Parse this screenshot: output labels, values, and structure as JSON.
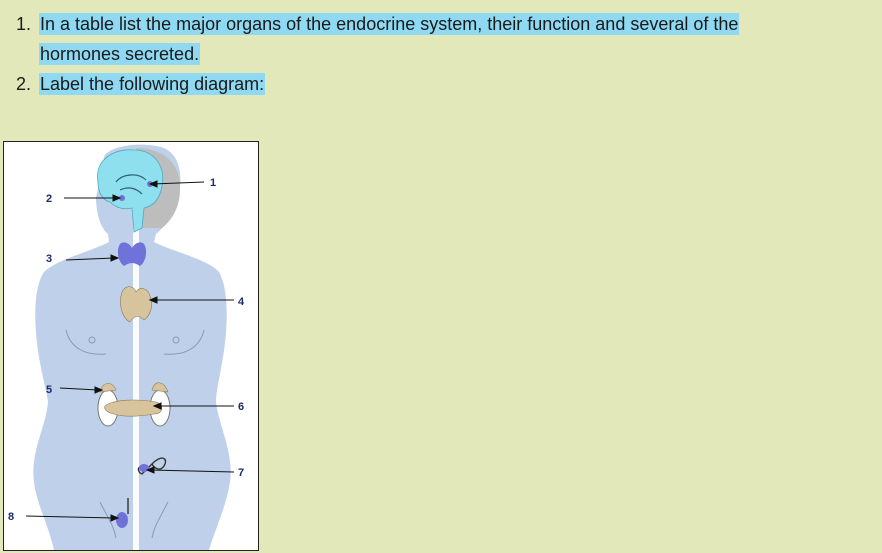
{
  "questions": [
    {
      "number": "1.",
      "text_line1": "In a table list the major organs of the endocrine system, their function and several of the",
      "text_line2": "hormones secreted."
    },
    {
      "number": "2.",
      "text_line1": "Label the following diagram:"
    }
  ],
  "diagram": {
    "labels": [
      "1",
      "2",
      "3",
      "4",
      "5",
      "6",
      "7",
      "8"
    ],
    "colors": {
      "body": "#b4c9e6",
      "brain": "#8fe0ee",
      "gland_blue": "#6f72d8",
      "gland_tan": "#d7c39c",
      "label": "#1e2a6e"
    }
  }
}
